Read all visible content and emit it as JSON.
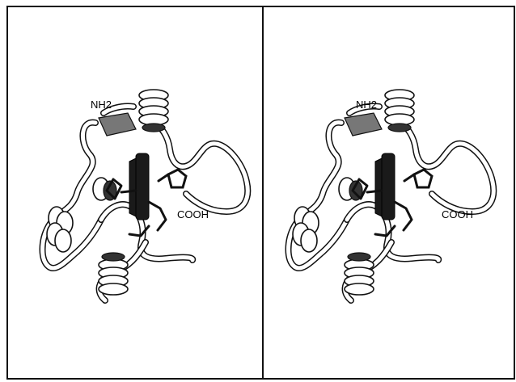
{
  "figure": {
    "panels": [
      {
        "labels": {
          "n_terminus": "NH2",
          "c_terminus": "COOH"
        }
      },
      {
        "labels": {
          "n_terminus": "NH2",
          "c_terminus": "COOH"
        }
      }
    ]
  }
}
